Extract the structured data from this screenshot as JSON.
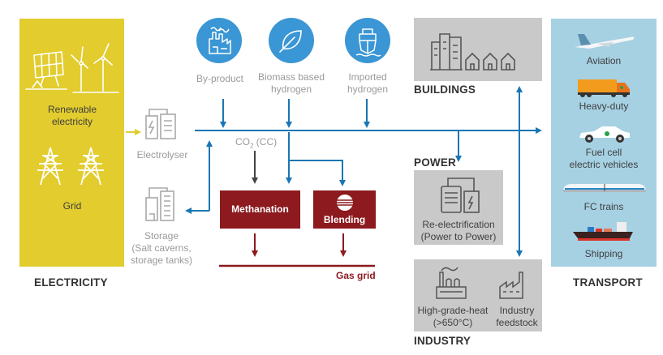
{
  "electricity": {
    "title": "ELECTRICITY",
    "renewable_label": "Renewable electricity",
    "renewable_lines": [
      "Renewable",
      "electricity"
    ],
    "grid_label": "Grid",
    "color": "#e2cc2e"
  },
  "electrolyser": {
    "label": "Electrolyser"
  },
  "storage": {
    "lines": [
      "Storage",
      "(Salt caverns,",
      "storage tanks)"
    ]
  },
  "sources": [
    {
      "lines": [
        "By-product"
      ],
      "icon": "factory-icon"
    },
    {
      "lines": [
        "Biomass based",
        "hydrogen"
      ],
      "icon": "leaf-icon"
    },
    {
      "lines": [
        "Imported",
        "hydrogen"
      ],
      "icon": "ship-icon"
    }
  ],
  "co2_label": "CO",
  "co2_sub": "2",
  "co2_suffix": " (CC)",
  "methanation": {
    "label": "Methanation"
  },
  "blending": {
    "label": "Blending"
  },
  "gas_grid": {
    "label": "Gas grid"
  },
  "buildings": {
    "title": "BUILDINGS"
  },
  "power": {
    "title": "POWER",
    "lines": [
      "Re-electrification",
      "(Power to Power)"
    ]
  },
  "industry": {
    "title": "INDUSTRY",
    "heat_lines": [
      "High-grade-heat",
      "(>650°C)"
    ],
    "feedstock_lines": [
      "Industry",
      "feedstock"
    ]
  },
  "transport": {
    "title": "TRANSPORT",
    "items": [
      {
        "lines": [
          "Aviation"
        ],
        "icon": "airplane-icon"
      },
      {
        "lines": [
          "Heavy-duty"
        ],
        "icon": "truck-icon"
      },
      {
        "lines": [
          "Fuel cell",
          "electric vehicles"
        ],
        "icon": "car-icon"
      },
      {
        "lines": [
          "FC trains"
        ],
        "icon": "train-icon"
      },
      {
        "lines": [
          "Shipping"
        ],
        "icon": "cargo-ship-icon"
      }
    ],
    "color": "#a6d1e3"
  },
  "colors": {
    "hydrogen_flow": "#1a76b3",
    "electricity_flow": "#e2cc2e",
    "gas_flow": "#8c1a1e",
    "co2_flow": "#444444",
    "source_circle": "#3a96d4"
  }
}
